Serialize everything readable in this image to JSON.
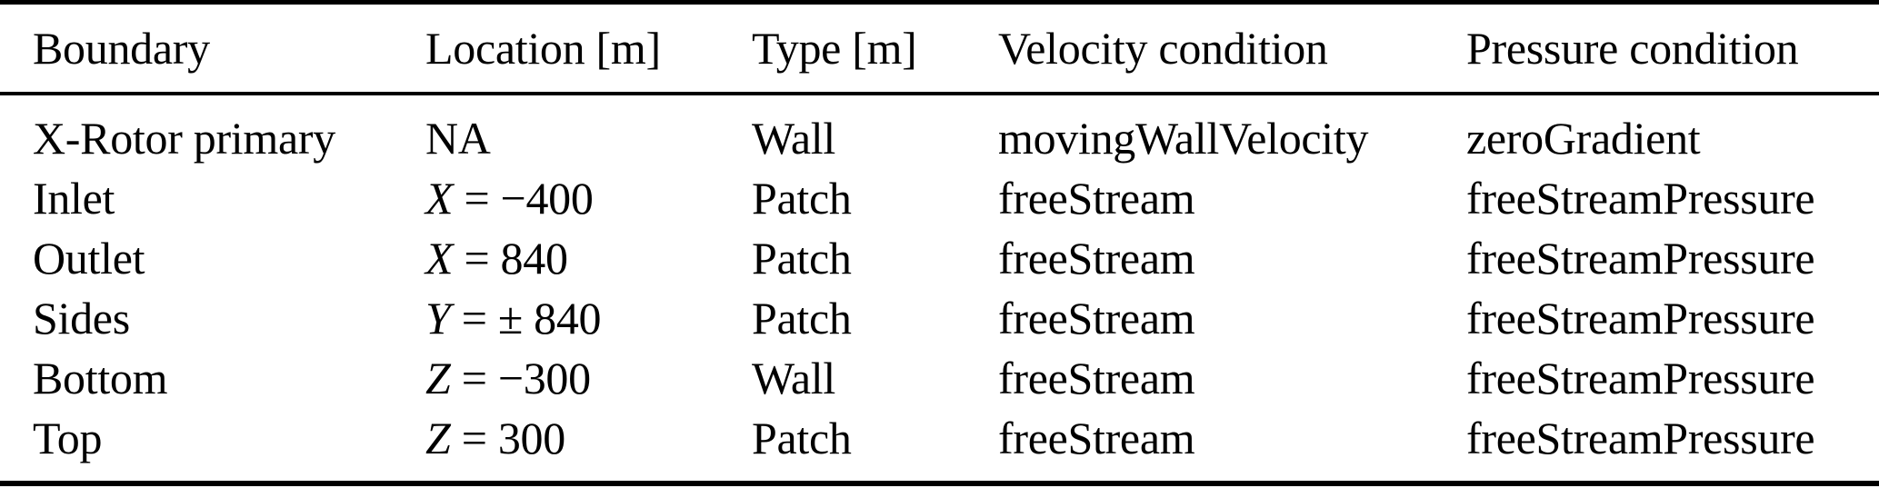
{
  "page": {
    "background_color": "#ffffff",
    "text_color": "#000000",
    "rule_color": "#000000"
  },
  "table": {
    "headers": {
      "boundary": "Boundary",
      "location": "Location [m]",
      "type": "Type [m]",
      "velocity": "Velocity condition",
      "pressure": "Pressure condition"
    },
    "rows": [
      {
        "boundary": "X-Rotor primary",
        "location_var": "",
        "location_rest": "NA",
        "type": "Wall",
        "velocity": "movingWallVelocity",
        "pressure": "zeroGradient"
      },
      {
        "boundary": "Inlet",
        "location_var": "X",
        "location_rest": " = −400",
        "type": "Patch",
        "velocity": "freeStream",
        "pressure": "freeStreamPressure"
      },
      {
        "boundary": "Outlet",
        "location_var": "X",
        "location_rest": " = 840",
        "type": "Patch",
        "velocity": "freeStream",
        "pressure": "freeStreamPressure"
      },
      {
        "boundary": "Sides",
        "location_var": "Y",
        "location_rest": " = ± 840",
        "type": "Patch",
        "velocity": "freeStream",
        "pressure": "freeStreamPressure"
      },
      {
        "boundary": "Bottom",
        "location_var": "Z",
        "location_rest": " = −300",
        "type": "Wall",
        "velocity": "freeStream",
        "pressure": "freeStreamPressure"
      },
      {
        "boundary": "Top",
        "location_var": "Z",
        "location_rest": " = 300",
        "type": "Patch",
        "velocity": "freeStream",
        "pressure": "freeStreamPressure"
      }
    ]
  }
}
